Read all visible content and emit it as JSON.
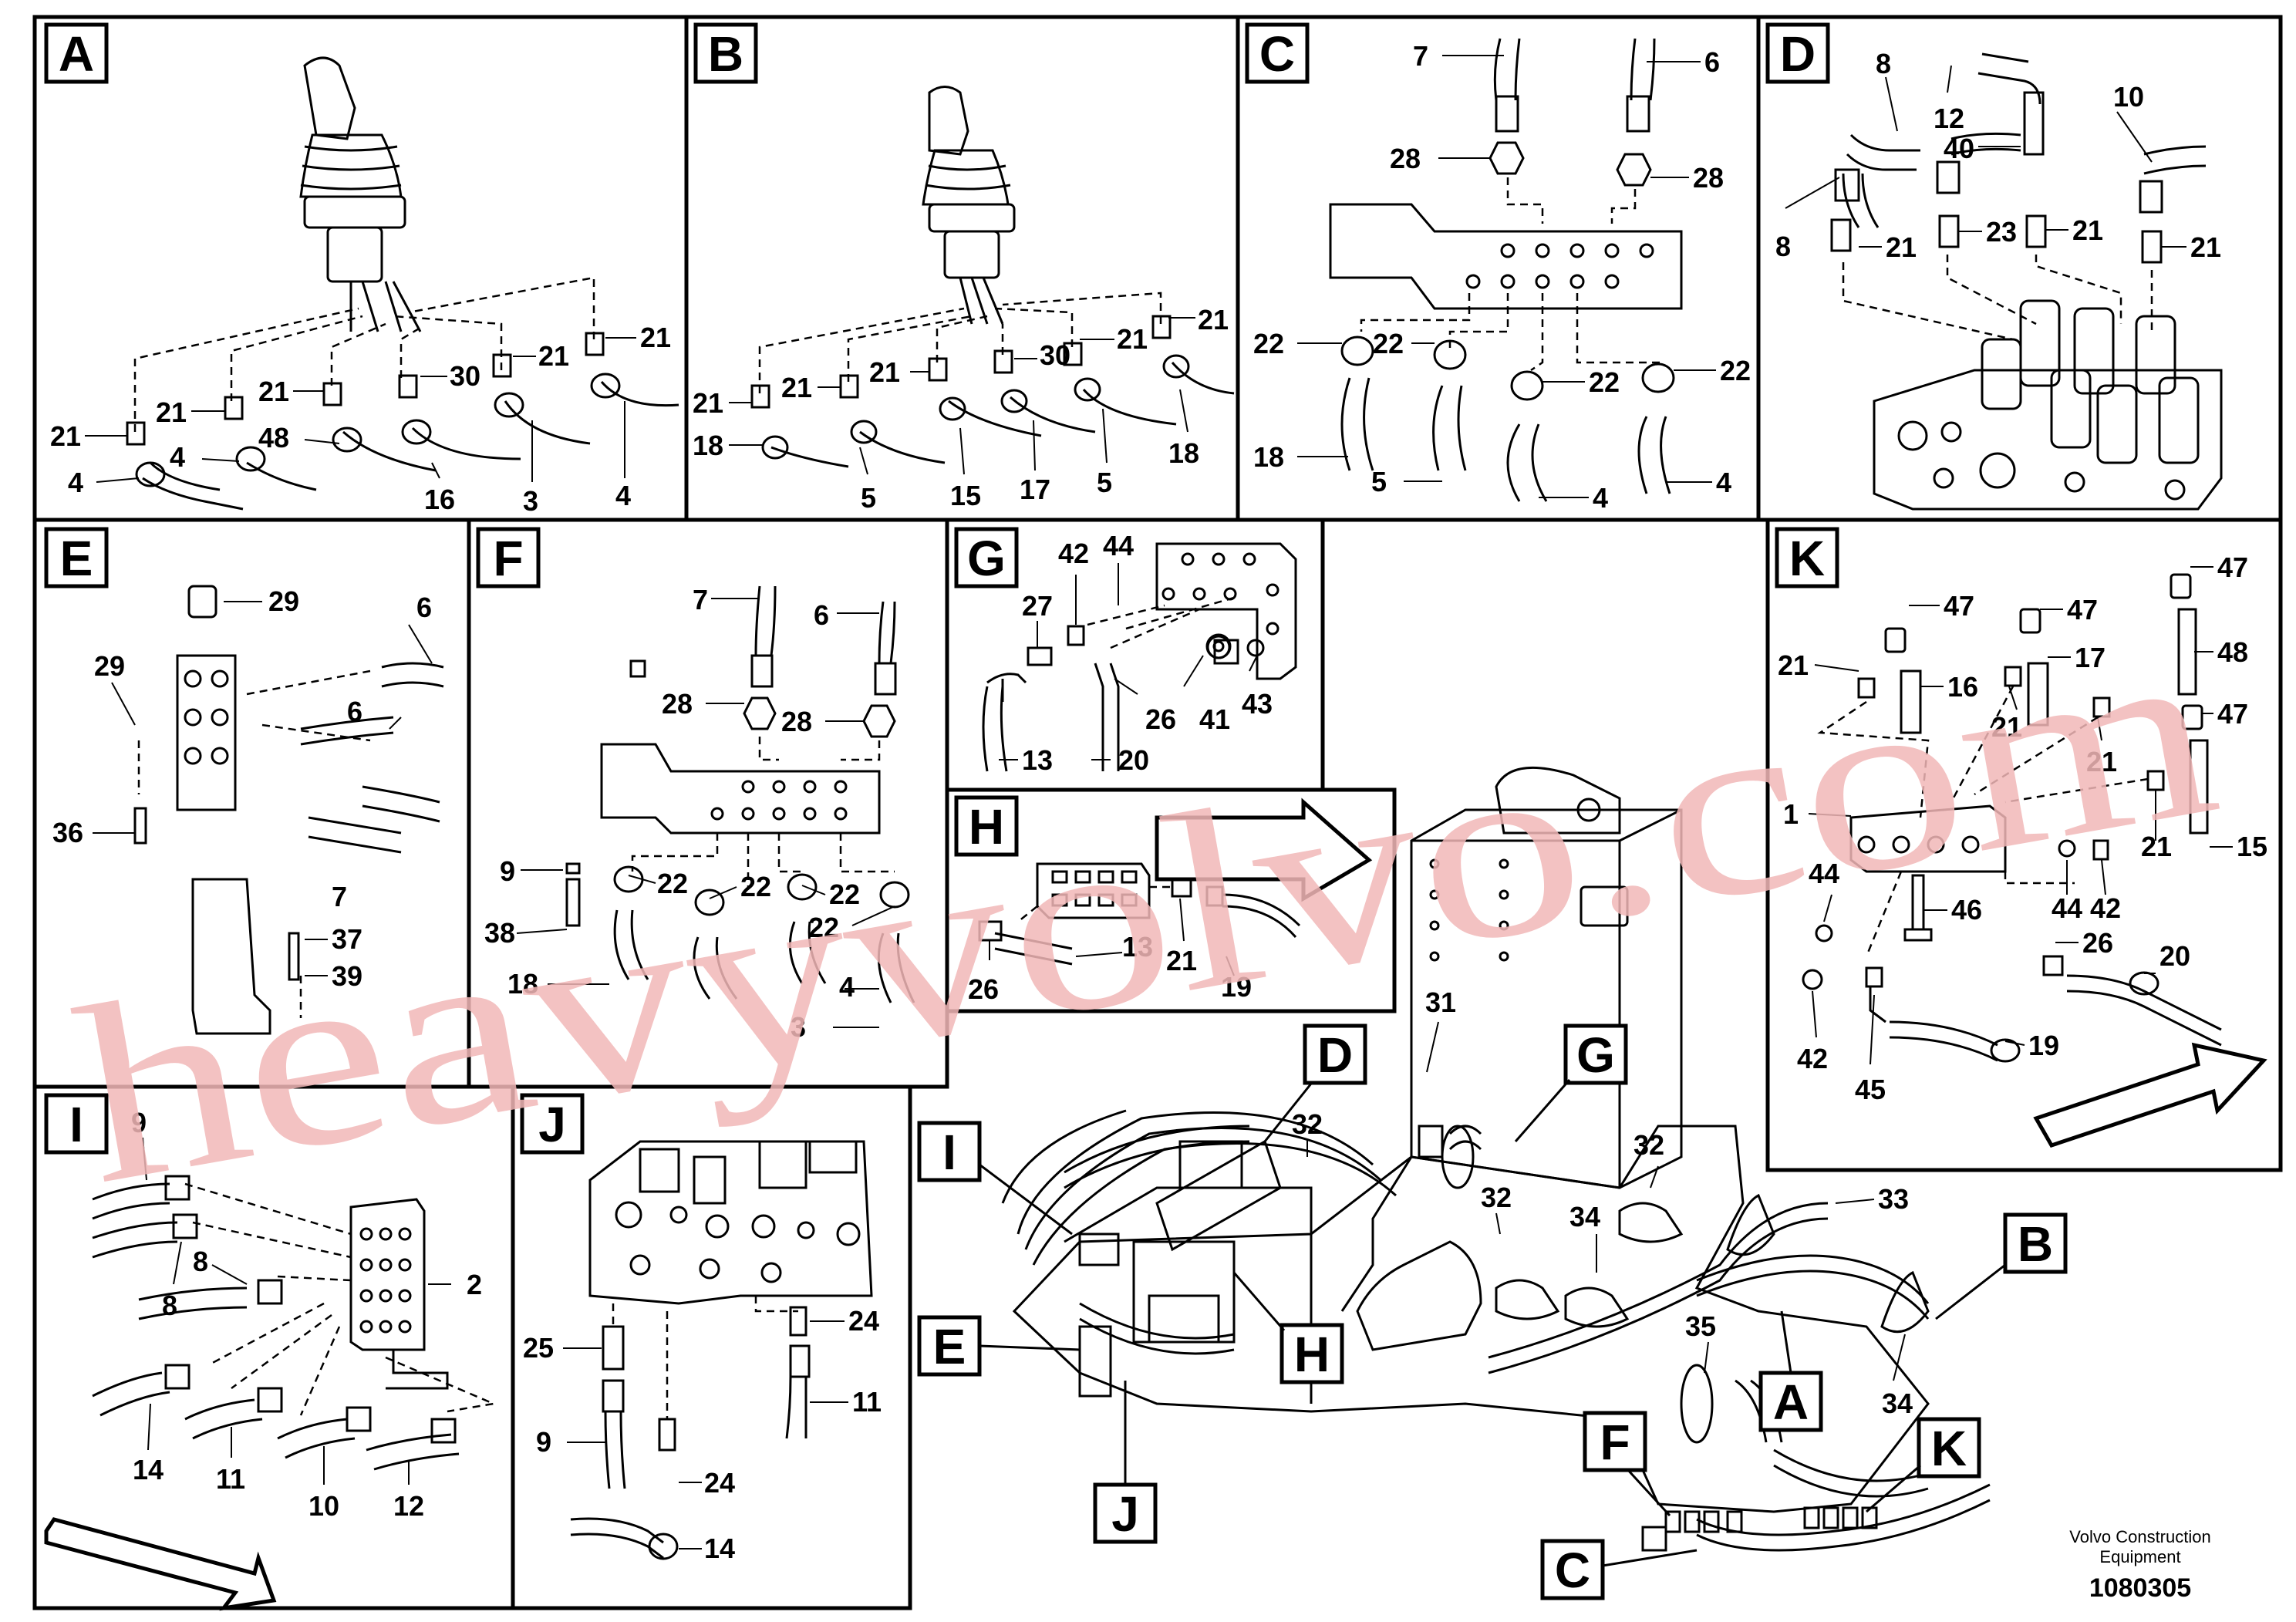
{
  "watermark": "heavyvolvo.com",
  "footer": {
    "company_line1": "Volvo Construction",
    "company_line2": "Equipment",
    "drawing_number": "1080305"
  },
  "panels": {
    "A": {
      "letter": "A",
      "labels": [
        "21",
        "21",
        "4",
        "21",
        "4",
        "48",
        "30",
        "21",
        "21",
        "16",
        "3",
        "4"
      ]
    },
    "B": {
      "letter": "B",
      "labels": [
        "21",
        "21",
        "18",
        "21",
        "30",
        "21",
        "21",
        "5",
        "15",
        "17",
        "5",
        "18"
      ]
    },
    "C": {
      "letter": "C",
      "labels": [
        "7",
        "6",
        "28",
        "28",
        "22",
        "22",
        "22",
        "22",
        "18",
        "5",
        "4",
        "4"
      ]
    },
    "D": {
      "letter": "D",
      "labels": [
        "8",
        "12",
        "10",
        "40",
        "8",
        "21",
        "23",
        "21",
        "21"
      ]
    },
    "E": {
      "letter": "E",
      "labels": [
        "29",
        "6",
        "29",
        "6",
        "36",
        "7",
        "37",
        "39"
      ]
    },
    "F": {
      "letter": "F",
      "labels": [
        "7",
        "6",
        "28",
        "28",
        "9",
        "22",
        "22",
        "22",
        "38",
        "22",
        "18",
        "4",
        "3"
      ]
    },
    "G": {
      "letter": "G",
      "labels": [
        "42",
        "44",
        "27",
        "26",
        "41",
        "43",
        "13",
        "20"
      ]
    },
    "H": {
      "letter": "H",
      "labels": [
        "13",
        "21",
        "19",
        "26"
      ]
    },
    "I": {
      "letter": "I",
      "labels": [
        "9",
        "8",
        "8",
        "2",
        "14",
        "11",
        "10",
        "12"
      ]
    },
    "J": {
      "letter": "J",
      "labels": [
        "24",
        "25",
        "11",
        "9",
        "24",
        "14"
      ]
    },
    "K": {
      "letter": "K",
      "labels": [
        "47",
        "47",
        "47",
        "21",
        "16",
        "17",
        "48",
        "21",
        "21",
        "47",
        "1",
        "21",
        "15",
        "44",
        "44",
        "42",
        "46",
        "26",
        "20",
        "42",
        "45",
        "19"
      ]
    }
  },
  "main_view": {
    "callouts": [
      "D",
      "G",
      "I",
      "E",
      "H",
      "J",
      "B",
      "A",
      "F",
      "K",
      "C"
    ],
    "labels": [
      "31",
      "32",
      "32",
      "32",
      "34",
      "33",
      "35",
      "34"
    ]
  }
}
